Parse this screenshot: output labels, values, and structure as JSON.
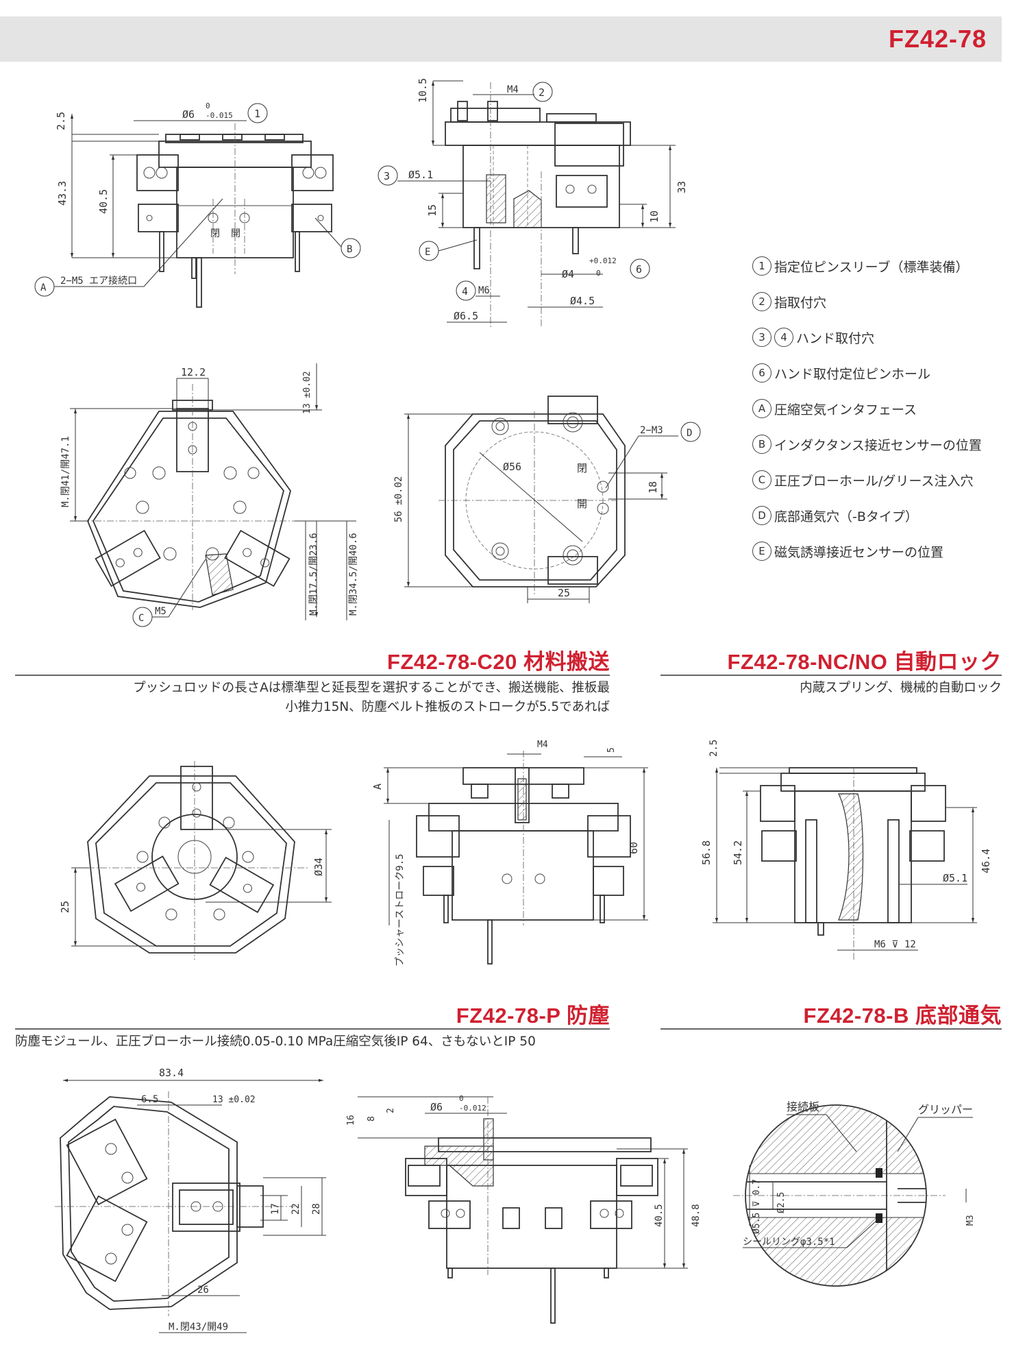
{
  "header": {
    "title": "FZ42-78"
  },
  "legend": [
    {
      "marks": [
        "1"
      ],
      "text": "指定位ピンスリーブ（標準装備）"
    },
    {
      "marks": [
        "2"
      ],
      "text": "指取付穴"
    },
    {
      "marks": [
        "3",
        "4"
      ],
      "text": "ハンド取付穴"
    },
    {
      "marks": [
        "6"
      ],
      "text": "ハンド取付定位ピンホール"
    },
    {
      "marks": [
        "A"
      ],
      "text": "圧縮空気インタフェース"
    },
    {
      "marks": [
        "B"
      ],
      "text": "インダクタンス接近センサーの位置"
    },
    {
      "marks": [
        "C"
      ],
      "text": "正圧ブローホール/グリース注入穴"
    },
    {
      "marks": [
        "D"
      ],
      "text": "底部通気穴（-Bタイプ）"
    },
    {
      "marks": [
        "E"
      ],
      "text": "磁気誘導接近センサーの位置"
    }
  ],
  "sections": {
    "c20": {
      "title": "FZ42-78-C20 材料搬送",
      "desc_line1": "プッシュロッドの長さAは標準型と延長型を選択することができ、搬送機能、推板最",
      "desc_line2": "小推力15N、防塵ベルト推板のストロークが5.5であれば"
    },
    "nc": {
      "title": "FZ42-78-NC/NO 自動ロック",
      "desc": "内蔵スプリング、機械的自動ロック"
    },
    "p": {
      "title": "FZ42-78-P 防塵",
      "desc": "防塵モジュール、正圧ブローホール接続0.05-0.10 MPa圧縮空気後IP 64、さもないとIP 50"
    },
    "b": {
      "title": "FZ42-78-B 底部通気"
    }
  },
  "dims": {
    "d1": {
      "v25": "2.5",
      "v433": "43.3",
      "v405": "40.5",
      "phi6": "Ø6",
      "tol_up": "0",
      "tol_dn": "-0.015",
      "m1": "1",
      "mB": "B",
      "mA": "A",
      "air": "2−M5 エア接続口",
      "close": "閉",
      "open": "開"
    },
    "d2": {
      "v105": "10.5",
      "m4": "M4",
      "m2": "2",
      "m3": "3",
      "phi51": "Ø5.1",
      "v15": "15",
      "v33": "33",
      "v10": "10",
      "mE": "E",
      "phi4": "Ø4",
      "tol_up": "+0.012",
      "tol_dn": "0",
      "m6c": "6",
      "m4c": "4",
      "m6": "M6",
      "phi45": "Ø4.5",
      "phi65": "Ø6.5"
    },
    "d3": {
      "v122": "12.2",
      "v13": "13 ±0.02",
      "stroke1": "M.閉41/開47.1",
      "stroke2": "M.閉17.5/開23.6",
      "stroke3": "M.閉34.5/開40.6",
      "mC": "C",
      "m5": "M5"
    },
    "d4": {
      "m3": "2−M3",
      "mD": "D",
      "phi56": "Ø56",
      "v56": "56 ±0.02",
      "v18": "18",
      "v25": "25",
      "close": "閉",
      "open": "開"
    },
    "d5": {
      "v25": "25",
      "phi34": "Ø34"
    },
    "d6": {
      "m4": "M4",
      "v5": "5",
      "vA": "A",
      "stroke": "プッシャーストローク9.5",
      "v60": "60"
    },
    "d7": {
      "v25": "2.5",
      "v568": "56.8",
      "v542": "54.2",
      "v464": "46.4",
      "phi51": "Ø5.1",
      "m6": "M6 ⊽ 12"
    },
    "d8": {
      "v834": "83.4",
      "v65": "6.5",
      "v13": "13 ±0.02",
      "v17": "17",
      "v22": "22",
      "v28": "28",
      "v26": "26",
      "stroke": "M.閉43/開49"
    },
    "d9": {
      "v16": "16",
      "v8": "8",
      "v2": "2",
      "phi6": "Ø6",
      "tol_up": "0",
      "tol_dn": "-0.012",
      "v405": "40.5",
      "v488": "48.8"
    },
    "d10": {
      "plate": "接続板",
      "gripper": "グリッパー",
      "phi55": "Ø5.5 ⊽ 0.7",
      "phi25": "Ø2.5",
      "m3": "M3",
      "seal": "シールリングφ3.5*1"
    }
  }
}
